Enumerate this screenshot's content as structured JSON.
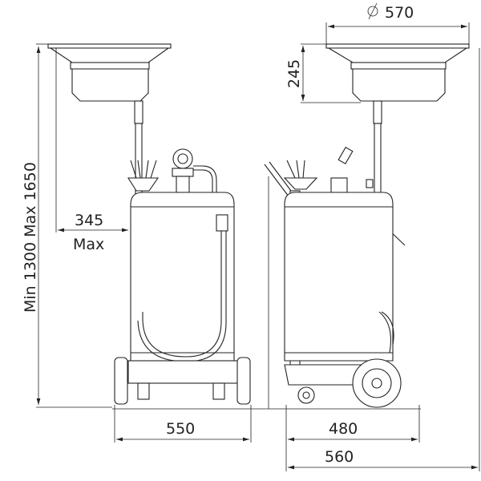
{
  "title": "Oil drain unit dimension drawing",
  "dimensions": {
    "bowl_diameter": "570",
    "bowl_height": "245",
    "height_range": "Min 1300 Max 1650",
    "reach_value": "345",
    "reach_suffix": "Max",
    "front_width": "550",
    "side_depth": "480",
    "overall_depth": "560"
  },
  "icons": {
    "diameter": "diameter-symbol"
  }
}
